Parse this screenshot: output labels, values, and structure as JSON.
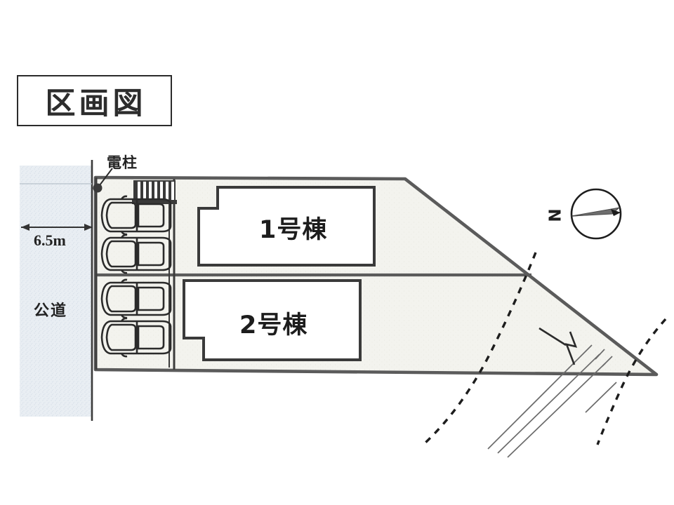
{
  "document": {
    "title": "区画図",
    "kind": "site-plan"
  },
  "labels": {
    "utility_pole": "電柱",
    "road_width": "6.5m",
    "road_type": "公道"
  },
  "buildings": [
    {
      "id": "bldg-1",
      "label": "1号棟"
    },
    {
      "id": "bldg-2",
      "label": "2号棟"
    }
  ],
  "parking": {
    "count": 4,
    "icon": "car-plan-icon",
    "stalls": [
      {
        "id": "stall-1",
        "lot": "1号棟"
      },
      {
        "id": "stall-2",
        "lot": "1号棟"
      },
      {
        "id": "stall-3",
        "lot": "2号棟"
      },
      {
        "id": "stall-4",
        "lot": "2号棟"
      }
    ]
  },
  "compass": {
    "north_label": "N",
    "icon": "compass-needle-icon"
  },
  "colors": {
    "ink": "#2d2d2d",
    "outline": "#555555",
    "lot_fill": "#f2f2ee",
    "road_fill": "#e9edf2",
    "paper": "#ffffff"
  },
  "annotations": {
    "hatched_block": "stairs-hatch",
    "boundary_dashes": "neighbor-boundary-dashed",
    "stream_lines": "adjacent-path-lines"
  }
}
